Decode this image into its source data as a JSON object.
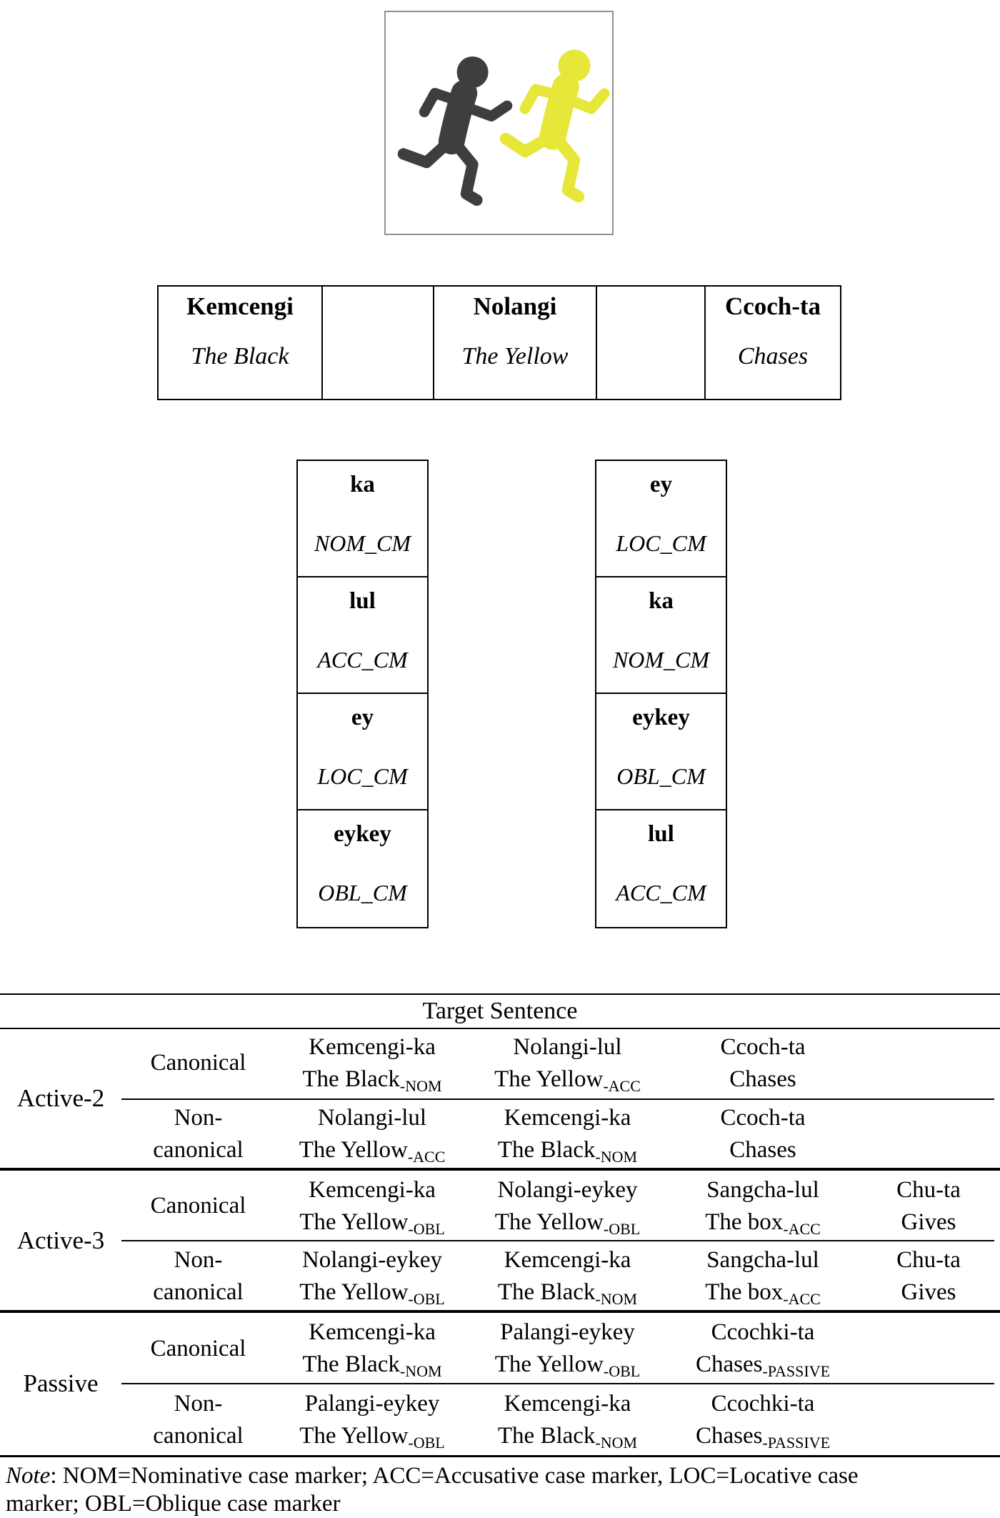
{
  "figure_panel": {
    "black_runner": "black-running-figure",
    "yellow_runner": "yellow-running-figure",
    "colors": {
      "black_figure": "#3e3e3e",
      "yellow_figure": "#e7e73a",
      "box_border": "#919191"
    }
  },
  "word_table": {
    "columns": [
      {
        "word": "Kemcengi",
        "gloss": "The Black"
      },
      {
        "word": "",
        "gloss": ""
      },
      {
        "word": "Nolangi",
        "gloss": "The Yellow"
      },
      {
        "word": "",
        "gloss": ""
      },
      {
        "word": "Ccoch-ta",
        "gloss": "Chases"
      }
    ]
  },
  "marker_columns": {
    "left": [
      {
        "marker": "ka",
        "gloss": "NOM_CM"
      },
      {
        "marker": "lul",
        "gloss": "ACC_CM"
      },
      {
        "marker": "ey",
        "gloss": "LOC_CM"
      },
      {
        "marker": "eykey",
        "gloss": "OBL_CM"
      }
    ],
    "right": [
      {
        "marker": "ey",
        "gloss": "LOC_CM"
      },
      {
        "marker": "ka",
        "gloss": "NOM_CM"
      },
      {
        "marker": "eykey",
        "gloss": "OBL_CM"
      },
      {
        "marker": "lul",
        "gloss": "ACC_CM"
      }
    ]
  },
  "sentence_table": {
    "title": "Target Sentence",
    "groups": [
      {
        "label": "Active-2",
        "rows": [
          {
            "condition": "Canonical",
            "phrases": [
              {
                "text": "Kemcengi-ka",
                "gloss": "The Black",
                "suffix": "-NOM"
              },
              {
                "text": "Nolangi-lul",
                "gloss": "The Yellow",
                "suffix": "-ACC"
              },
              {
                "text": "Ccoch-ta",
                "gloss": "Chases",
                "suffix": ""
              },
              {
                "text": "",
                "gloss": "",
                "suffix": ""
              }
            ]
          },
          {
            "condition": "Non-\ncanonical",
            "phrases": [
              {
                "text": "Nolangi-lul",
                "gloss": "The Yellow",
                "suffix": "-ACC"
              },
              {
                "text": "Kemcengi-ka",
                "gloss": "The Black",
                "suffix": "-NOM"
              },
              {
                "text": "Ccoch-ta",
                "gloss": "Chases",
                "suffix": ""
              },
              {
                "text": "",
                "gloss": "",
                "suffix": ""
              }
            ]
          }
        ]
      },
      {
        "label": "Active-3",
        "rows": [
          {
            "condition": "Canonical",
            "phrases": [
              {
                "text": "Kemcengi-ka",
                "gloss": "The Yellow",
                "suffix": "-OBL"
              },
              {
                "text": "Nolangi-eykey",
                "gloss": "The Yellow",
                "suffix": "-OBL"
              },
              {
                "text": "Sangcha-lul",
                "gloss": "The box",
                "suffix": "-ACC"
              },
              {
                "text": "Chu-ta",
                "gloss": "Gives",
                "suffix": ""
              }
            ]
          },
          {
            "condition": "Non-\ncanonical",
            "phrases": [
              {
                "text": "Nolangi-eykey",
                "gloss": "The Yellow",
                "suffix": "-OBL"
              },
              {
                "text": "Kemcengi-ka",
                "gloss": "The Black",
                "suffix": "-NOM"
              },
              {
                "text": "Sangcha-lul",
                "gloss": "The box",
                "suffix": "-ACC"
              },
              {
                "text": "Chu-ta",
                "gloss": "Gives",
                "suffix": ""
              }
            ]
          }
        ]
      },
      {
        "label": "Passive",
        "rows": [
          {
            "condition": "Canonical",
            "phrases": [
              {
                "text": "Kemcengi-ka",
                "gloss": "The Black",
                "suffix": "-NOM"
              },
              {
                "text": "Palangi-eykey",
                "gloss": "The Yellow",
                "suffix": "-OBL"
              },
              {
                "text": "Ccochki-ta",
                "gloss": "Chases",
                "suffix": "-PASSIVE"
              },
              {
                "text": "",
                "gloss": "",
                "suffix": ""
              }
            ]
          },
          {
            "condition": "Non-\ncanonical",
            "phrases": [
              {
                "text": "Palangi-eykey",
                "gloss": "The Yellow",
                "suffix": "-OBL"
              },
              {
                "text": "Kemcengi-ka",
                "gloss": "The Black",
                "suffix": "-NOM"
              },
              {
                "text": "Ccochki-ta",
                "gloss": "Chases",
                "suffix": "-PASSIVE"
              },
              {
                "text": "",
                "gloss": "",
                "suffix": ""
              }
            ]
          }
        ]
      }
    ]
  },
  "note": {
    "prefix": "Note",
    "body": ": NOM=Nominative case marker; ACC=Accusative case marker, LOC=Locative case\nmarker; OBL=Oblique case marker"
  }
}
